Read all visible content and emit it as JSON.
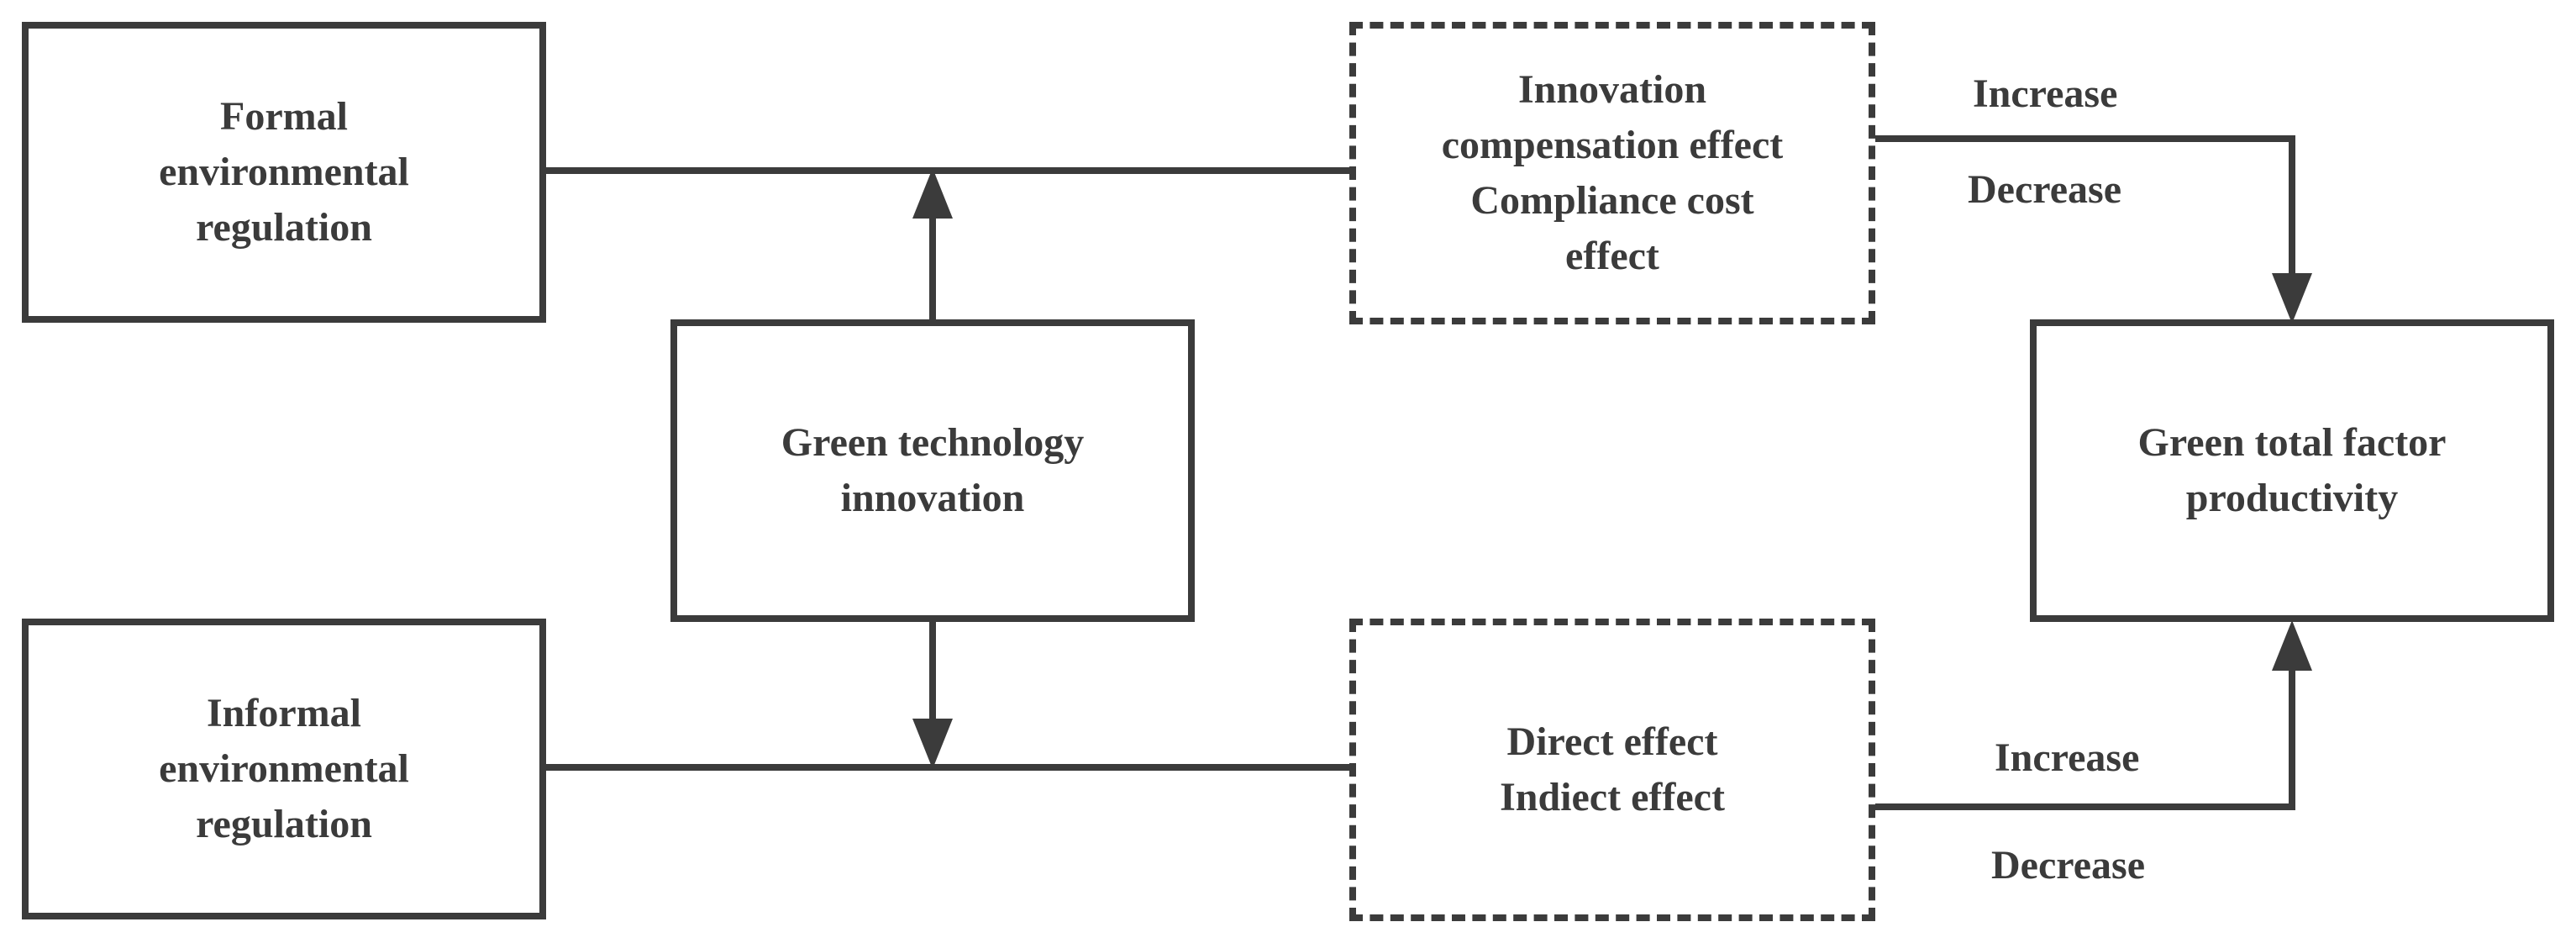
{
  "nodes": {
    "formal": "Formal\nenvironmental\nregulation",
    "informal": "Informal\nenvironmental\nregulation",
    "green_tech": "Green technology\ninnovation",
    "innovation_effects": "Innovation\ncompensation effect\nCompliance cost\neffect",
    "direct_effects": "Direct effect\nIndiect effect",
    "gtfp": "Green total factor\nproductivity"
  },
  "edge_labels": {
    "top_increase": "Increase",
    "top_decrease": "Decrease",
    "bottom_increase": "Increase",
    "bottom_decrease": "Decrease"
  },
  "colors": {
    "stroke": "#3b3b3b",
    "background": "#ffffff"
  }
}
